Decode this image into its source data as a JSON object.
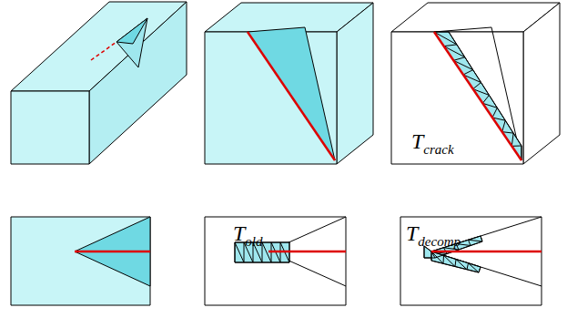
{
  "diagram": {
    "labels": [
      "T",
      "crack",
      "T",
      "old",
      "T",
      "decomp"
    ]
  }
}
